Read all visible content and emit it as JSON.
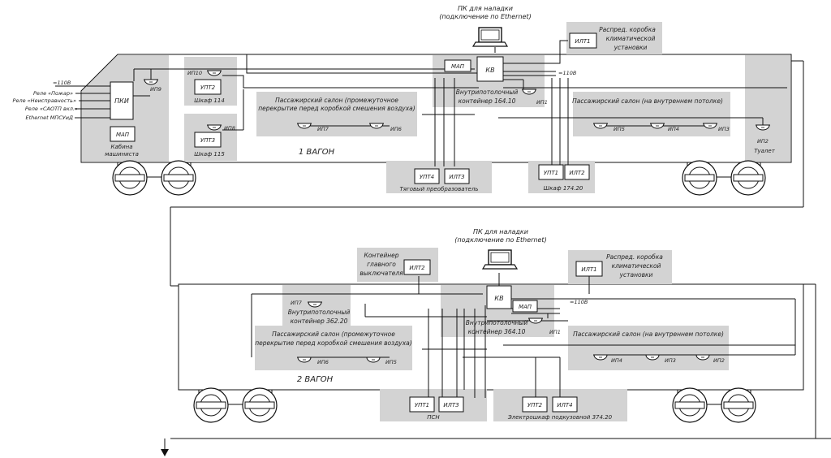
{
  "wagon1": {
    "title": "1 ВАГОН",
    "pc": {
      "line1": "ПК для наладки",
      "line2": "(подключение по Ethernet)"
    },
    "kv": "КВ",
    "map_top": "МАП",
    "ilt1": "ИЛТ1",
    "distbox": [
      "Распред. коробка",
      "климатической",
      "установки"
    ],
    "v110_left": "=110В",
    "v110_right": "=110В",
    "ext_signals": [
      "Реле «Пожар»",
      "Реле «Неисправность»",
      "Реле «САОТП вкл.»",
      "Ethernet МПСУиД"
    ],
    "pki": "ПКИ",
    "map_cab": "МАП",
    "cab_label": [
      "Кабина",
      "машиниста"
    ],
    "ip9": "ИП9",
    "ip10": "ИП10",
    "upt2": "УПТ2",
    "cab114": "Шкаф 114",
    "ip8": "ИП8",
    "upt3": "УПТ3",
    "cab115": "Шкаф 115",
    "salon_mid": [
      "Пассажирский салон (промежуточное",
      "перекрытие перед коробкой смешения воздуха)"
    ],
    "ip7": "ИП7",
    "ip6": "ИП6",
    "container": [
      "Внутрипотолочный",
      "контейнер 164.10"
    ],
    "ip1": "ИП1",
    "salon_ceiling": "Пассажирский салон (на внутреннем потолке)",
    "ip5": "ИП5",
    "ip4": "ИП4",
    "ip3": "ИП3",
    "ip2": "ИП2",
    "toilet": "Туалет",
    "upt4": "УПТ4",
    "ilt3": "ИЛТ3",
    "traction": "Тяговый преобразователь",
    "upt1": "УПТ1",
    "ilt2": "ИЛТ2",
    "cab174": "Шкаф 174.20"
  },
  "wagon2": {
    "title": "2 ВАГОН",
    "pc": {
      "line1": "ПК для наладки",
      "line2": "(подключение по Ethernet)"
    },
    "main_container": [
      "Контейнер",
      "главного",
      "выключателя"
    ],
    "ilt2": "ИЛТ2",
    "ilt1": "ИЛТ1",
    "distbox": [
      "Распред. коробка",
      "климатической",
      "установки"
    ],
    "kv": "КВ",
    "map": "МАП",
    "v110": "=110В",
    "ip7": "ИП7",
    "container362": [
      "Внутрипотолочный",
      "контейнер 362.20"
    ],
    "container364": [
      "Внутрипотолочный",
      "контейнер 364.10"
    ],
    "ip1": "ИП1",
    "salon_mid": [
      "Пассажирский салон (промежуточное",
      "перекрытие перед коробкой смешения воздуха)"
    ],
    "ip6": "ИП6",
    "ip5": "ИП5",
    "salon_ceiling": "Пассажирский салон (на внутреннем потолке)",
    "ip4": "ИП4",
    "ip3": "ИП3",
    "ip2": "ИП2",
    "upt1": "УПТ1",
    "ilt3": "ИЛТ3",
    "psn": "ПСН",
    "upt2": "УПТ2",
    "ilt4": "ИЛТ4",
    "underbody": "Электрошкаф подкузовной 374.20"
  }
}
